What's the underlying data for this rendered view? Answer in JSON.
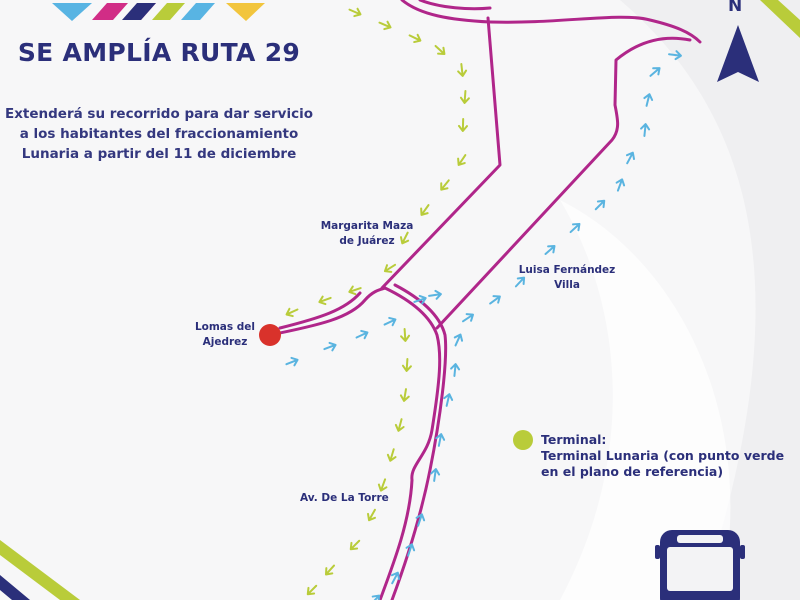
{
  "header": {
    "title": "SE AMPLÍA RUTA 29",
    "subtitle_lines": [
      "Extenderá su recorrido para dar servicio",
      "a los habitantes del fraccionamiento",
      "Lunaria a partir del 11 de diciembre"
    ]
  },
  "map": {
    "labels": {
      "margarita": [
        "Margarita Maza",
        "de Juárez"
      ],
      "luisa": [
        "Luisa Fernández",
        "Villa"
      ],
      "lomas": [
        "Lomas del",
        "Ajedrez"
      ],
      "torre": "Av. De La Torre"
    },
    "north_label": "N",
    "legend": {
      "heading": "Terminal:",
      "lines": [
        "Terminal Lunaria (con punto verde",
        "en el plano de referencia)"
      ]
    }
  },
  "colors": {
    "navy": "#2b2f7a",
    "road": "#b0268a",
    "outbound_arrow": "#b9cc3a",
    "return_arrow": "#5ab4e0",
    "stop_marker": "#d9322b",
    "terminal_marker": "#b9cc3a"
  },
  "icons": {
    "north": "north-arrow-icon",
    "bus": "bus-icon"
  }
}
